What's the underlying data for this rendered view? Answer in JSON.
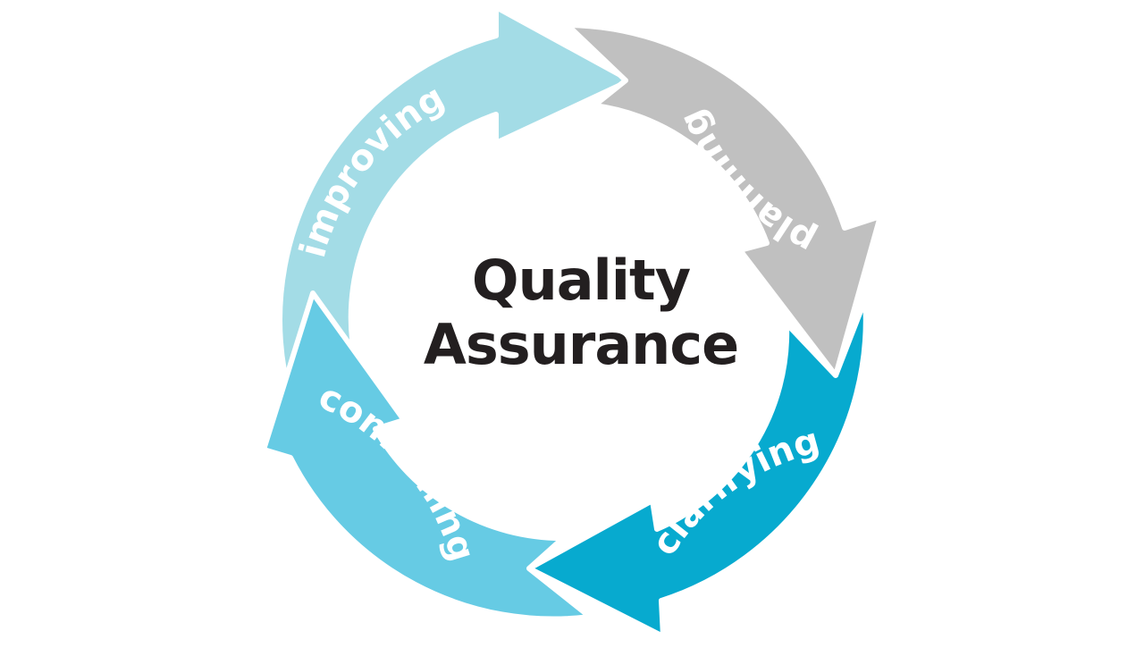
{
  "title": {
    "line1": "Quality",
    "line2": "Assurance"
  },
  "stages": [
    {
      "label": "planning",
      "color": "#c0c0c0"
    },
    {
      "label": "clarifying",
      "color": "#07aacf"
    },
    {
      "label": "confirming",
      "color": "#66cbe4"
    },
    {
      "label": "improving",
      "color": "#a3dce6"
    }
  ],
  "colors": {
    "background": "#ffffff",
    "title_text": "#231f20",
    "label_text": "#ffffff"
  }
}
